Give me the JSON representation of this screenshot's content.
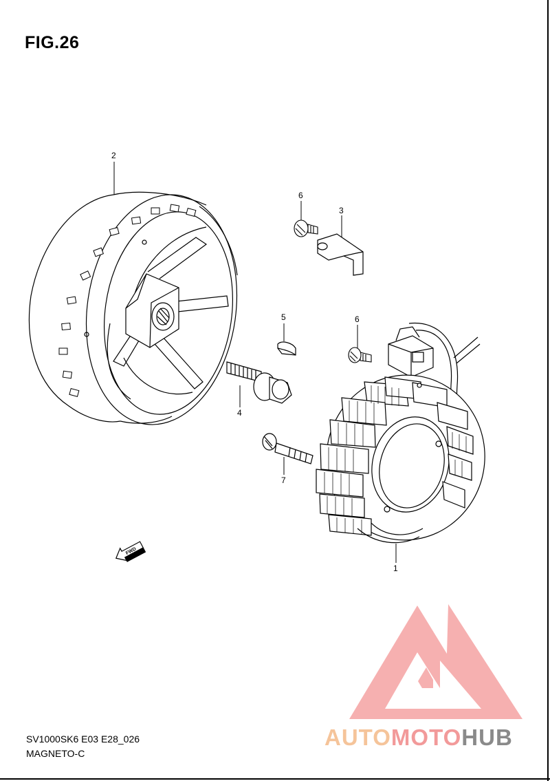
{
  "figure": {
    "title": "FIG.26"
  },
  "callouts": {
    "part_1": "1",
    "part_2": "2",
    "part_3": "3",
    "part_4": "4",
    "part_5": "5",
    "part_6a": "6",
    "part_6b": "6",
    "part_7": "7"
  },
  "fwd_arrow": {
    "label": "FWD",
    "icon": "fwd-arrow-icon"
  },
  "footer": {
    "model_code": "SV1000SK6 E03 E28_026",
    "section_name": "MAGNETO-C"
  },
  "watermark": {
    "part1": "AUTO",
    "part2": "MOTO",
    "part3": "HUB",
    "colors": {
      "auto": "#f5c49a",
      "moto": "#f29a9a",
      "hub": "#8a8a8a",
      "logo": "#f5a3a3"
    }
  }
}
